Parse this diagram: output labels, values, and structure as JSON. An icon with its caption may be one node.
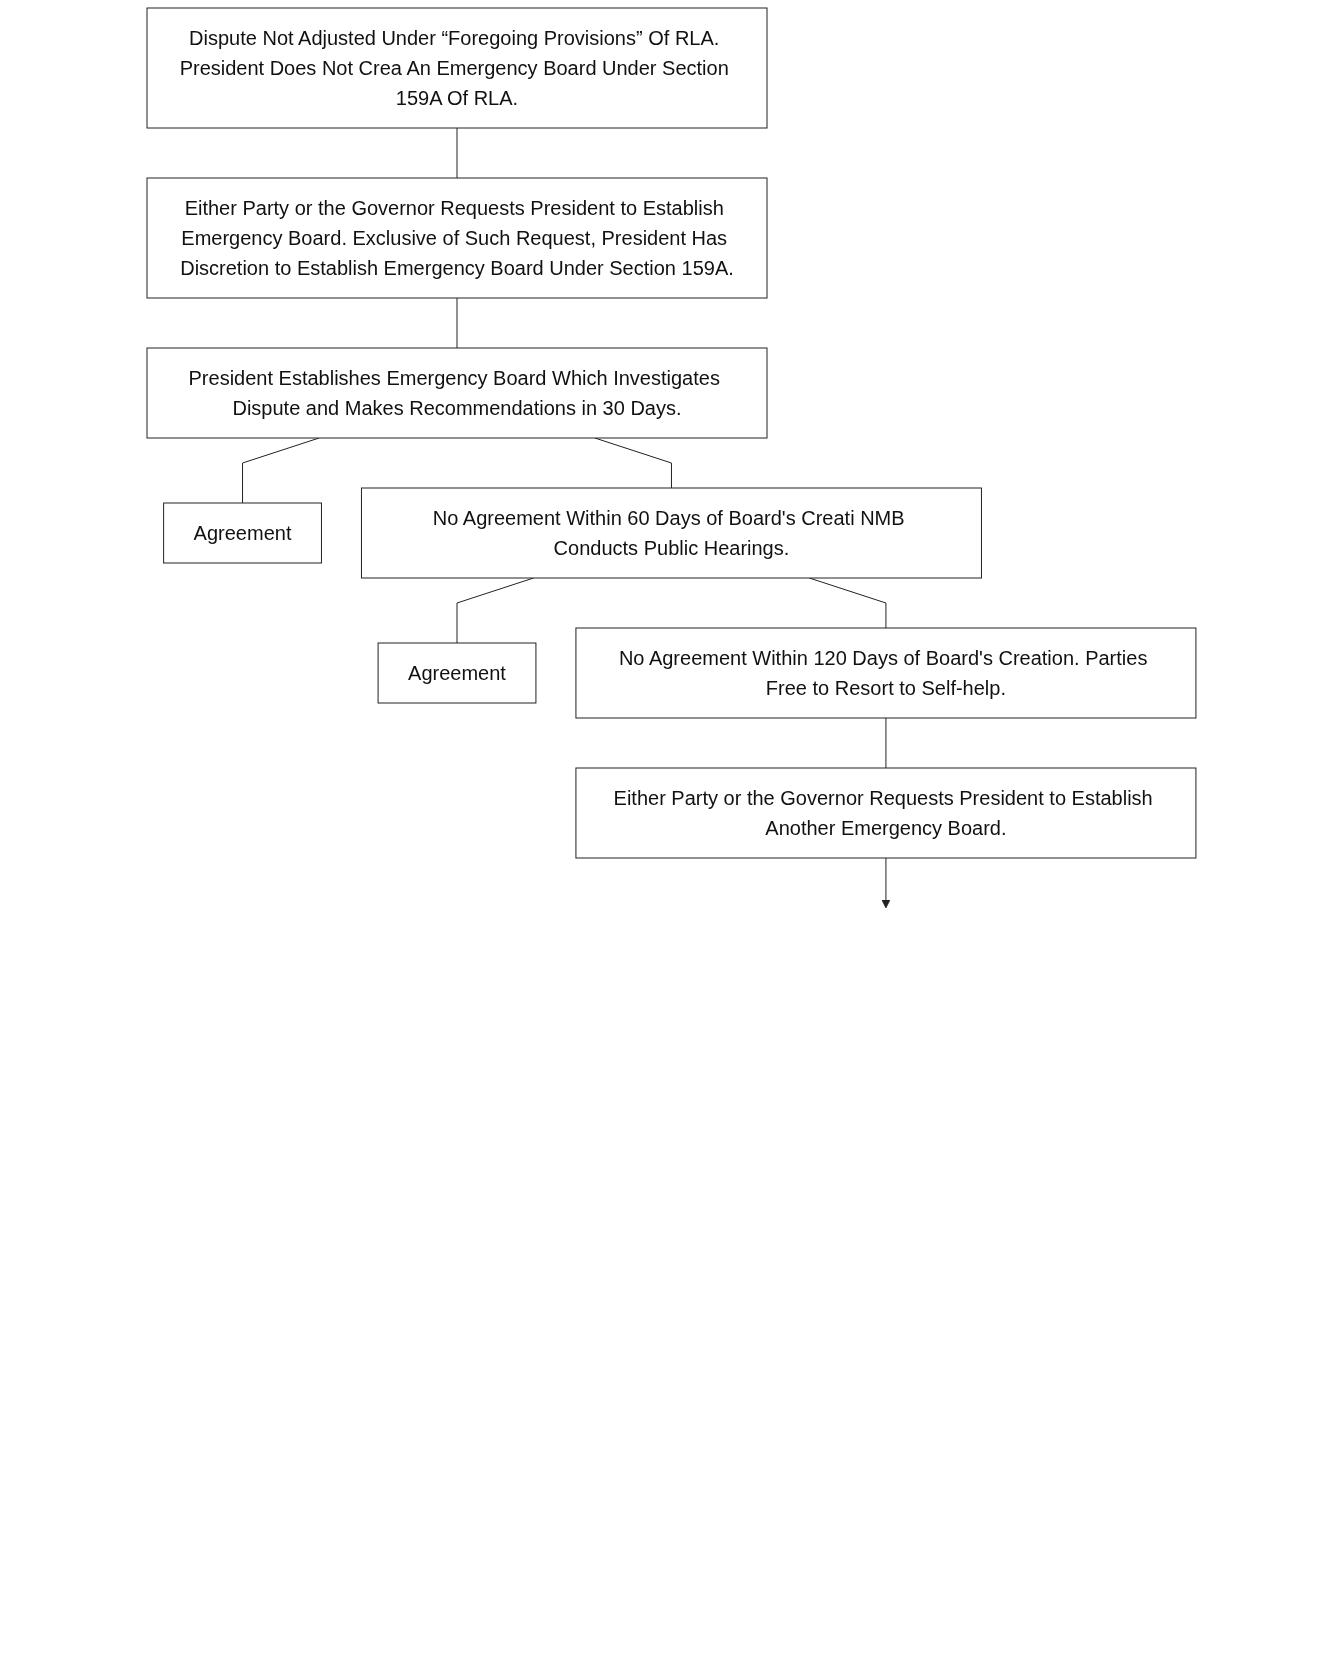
{
  "diagram": {
    "nodes": [
      {
        "text": [
          "Dispute Not Adjusted Under “Foregoing Provisions” Of RLA. President Does Not Crea An Emergency Board Under Section 159A Of RLA."
        ]
      },
      {
        "text": [
          "Either Party or the Governor Requests President to Establish Emergency Board. Exclusive of Such Request, President Has Discretion to Establish Emergency Board Under Section 159A."
        ]
      },
      {
        "text": [
          "President Establishes Emergency Board Which Investigates Dispute and Makes Recommendations in 30 Days."
        ]
      },
      {
        "text": [
          "Agreement"
        ]
      },
      {
        "text": [
          "No Agreement Within 60 Days of Board's Creati NMB Conducts Public Hearings."
        ]
      },
      {
        "text": [
          "Agreement"
        ]
      },
      {
        "text": [
          "No Agreement Within 120 Days of Board's Creation. Parties Free to Resort to Self-help."
        ]
      },
      {
        "text": [
          "Either Party or the Governor Requests President to Establish Another Emergency Board."
        ]
      }
    ],
    "edges": [
      {
        "from": 0,
        "to": 1,
        "arrow": "none"
      },
      {
        "from": 1,
        "to": 2,
        "arrow": "none"
      },
      {
        "from": 2,
        "to": 3,
        "arrow": "none"
      },
      {
        "from": 2,
        "to": 4,
        "arrow": "none"
      },
      {
        "from": 4,
        "to": 5,
        "arrow": "none"
      },
      {
        "from": 4,
        "to": 6,
        "arrow": "none"
      },
      {
        "from": 6,
        "to": 7,
        "arrow": "none"
      },
      {
        "from": 7,
        "to": null,
        "arrow": "to"
      }
    ]
  }
}
